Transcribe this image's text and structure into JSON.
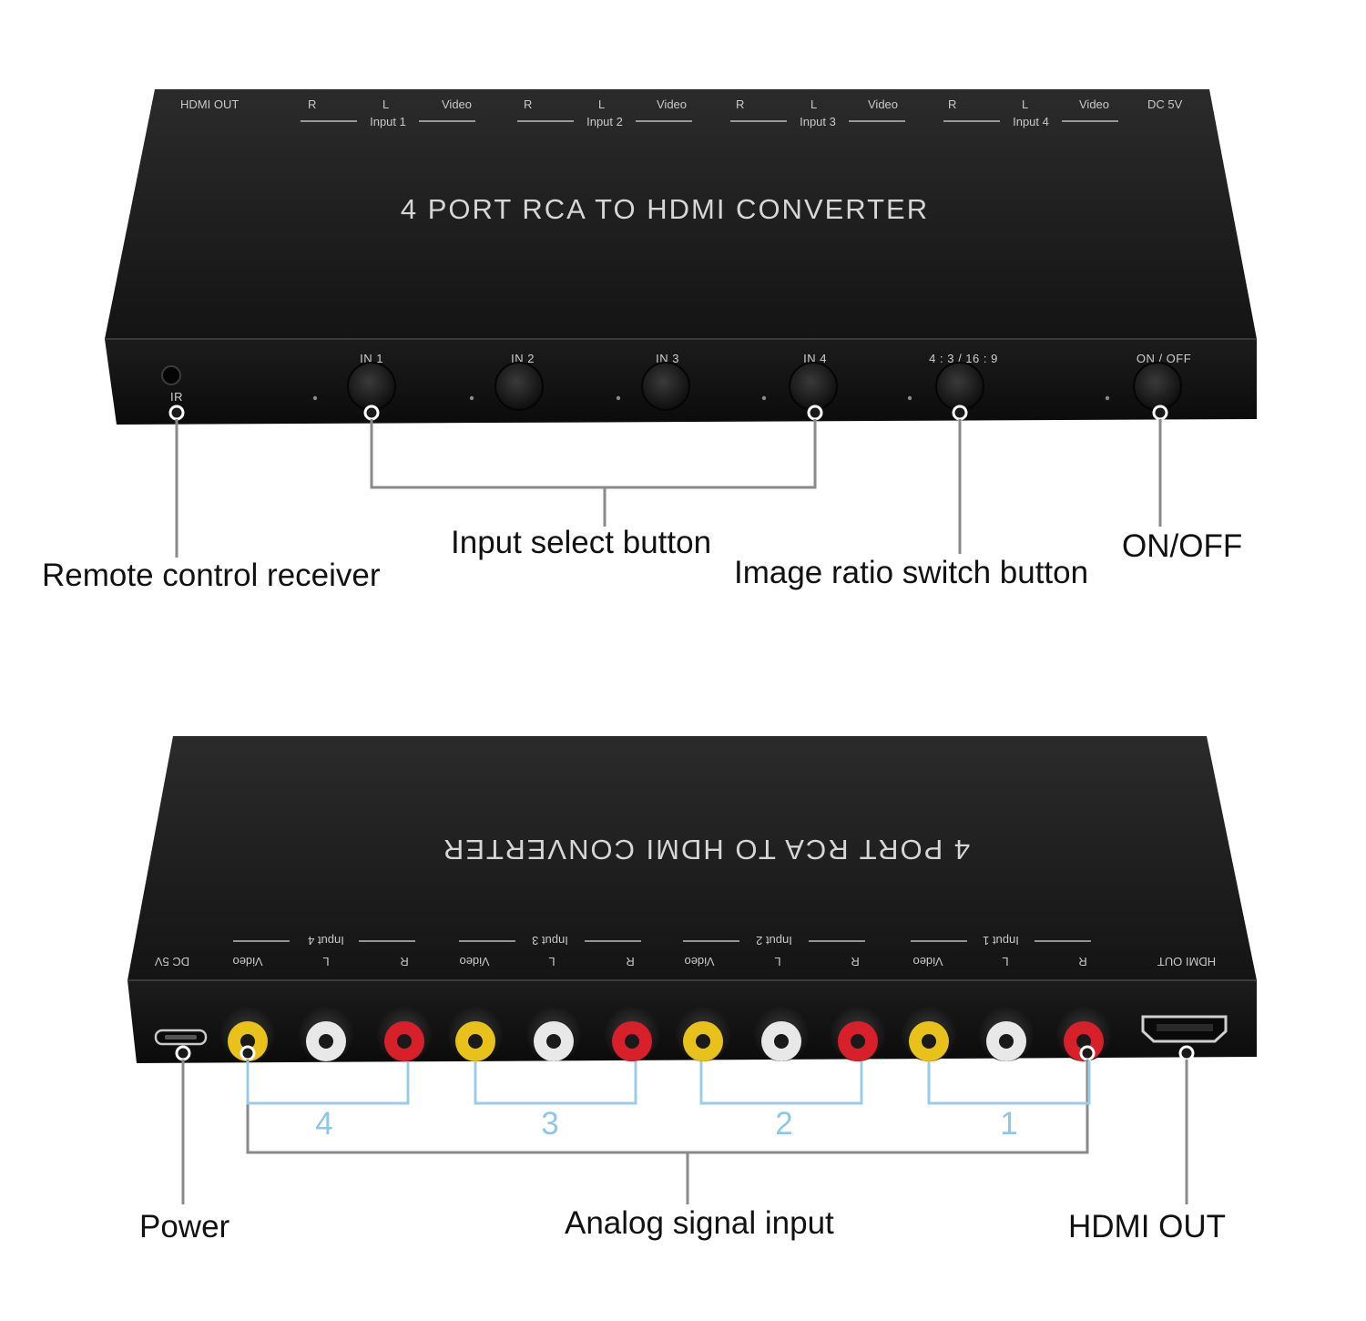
{
  "front_device": {
    "top_labels": {
      "hdmi_out": "HDMI OUT",
      "dc": "DC 5V",
      "groups": [
        {
          "r": "R",
          "l": "L",
          "video": "Video",
          "name": "Input 1"
        },
        {
          "r": "R",
          "l": "L",
          "video": "Video",
          "name": "Input 2"
        },
        {
          "r": "R",
          "l": "L",
          "video": "Video",
          "name": "Input 3"
        },
        {
          "r": "R",
          "l": "L",
          "video": "Video",
          "name": "Input 4"
        }
      ]
    },
    "title": "4 PORT RCA TO HDMI CONVERTER",
    "ir_label": "IR",
    "buttons": [
      "IN 1",
      "IN 2",
      "IN 3",
      "IN 4",
      "4 : 3 / 16 : 9",
      "ON / OFF"
    ]
  },
  "front_callouts": {
    "remote": "Remote control receiver",
    "input_select": "Input select button",
    "ratio": "Image ratio switch button",
    "onoff": "ON/OFF"
  },
  "rear_device": {
    "title": "4 PORT RCA TO HDMI CONVERTER",
    "labels": {
      "dc": "DC 5V",
      "hdmi_out": "HDMI OUT",
      "groups": [
        {
          "video": "Video",
          "l": "L",
          "r": "R",
          "name": "Input 4"
        },
        {
          "video": "Video",
          "l": "L",
          "r": "R",
          "name": "Input 3"
        },
        {
          "video": "Video",
          "l": "L",
          "r": "R",
          "name": "Input 2"
        },
        {
          "video": "Video",
          "l": "L",
          "r": "R",
          "name": "Input 1"
        }
      ]
    },
    "group_numbers": [
      "4",
      "3",
      "2",
      "1"
    ]
  },
  "rear_callouts": {
    "power": "Power",
    "analog": "Analog signal input",
    "hdmi": "HDMI OUT"
  },
  "colors": {
    "video_jack": "#e8c21a",
    "left_jack": "#e8e8e8",
    "right_jack": "#d8202a",
    "bracket": "#9ccbe8"
  }
}
